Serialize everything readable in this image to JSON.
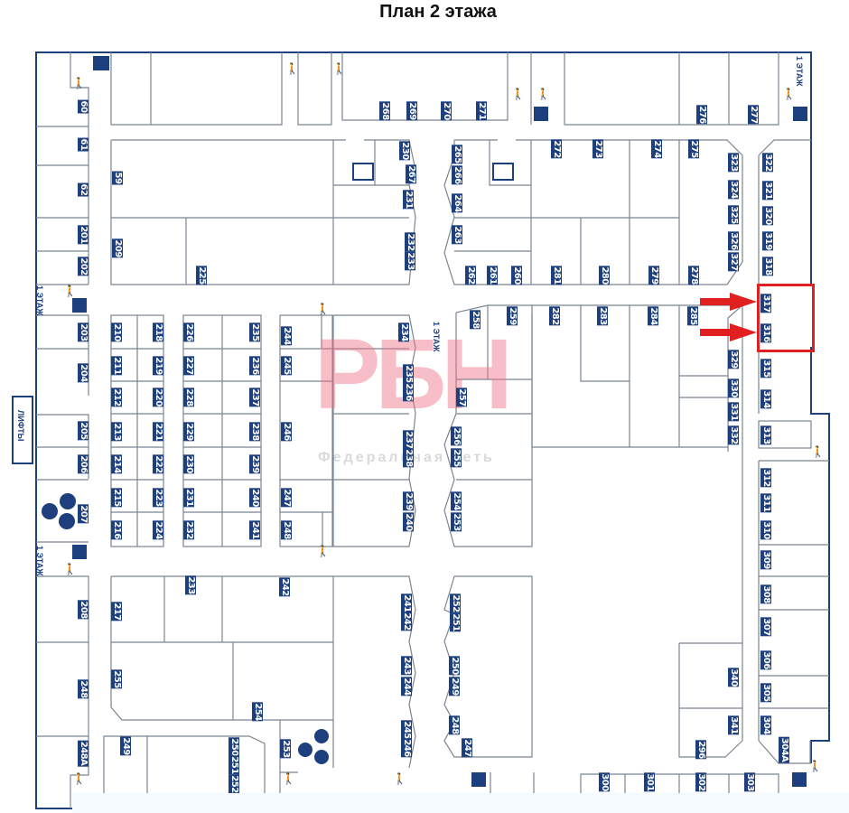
{
  "title": "План 2 этажа",
  "lifts_label": "ЛИФТЫ",
  "floor_marker": "1 ЭТАЖ",
  "watermark": {
    "logo": "РБН",
    "tagline": "Федеральная сеть"
  },
  "colors": {
    "unit_label": "#1d3f7e",
    "walls": "#6f7a86",
    "outer_wall": "#1d3f7e",
    "highlight": "#e02020"
  },
  "highlighted_units": [
    "317",
    "316"
  ],
  "units": [
    "60",
    "61",
    "62",
    "201",
    "202",
    "203",
    "204",
    "205",
    "206",
    "207",
    "208",
    "248",
    "248А",
    "59",
    "209",
    "225",
    "268",
    "269",
    "270",
    "271",
    "276",
    "277",
    "230",
    "267",
    "231",
    "232",
    "233",
    "265",
    "266",
    "264",
    "263",
    "262",
    "261",
    "260",
    "281",
    "280",
    "279",
    "278",
    "272",
    "273",
    "274",
    "275",
    "323",
    "324",
    "325",
    "326",
    "327",
    "322",
    "321",
    "320",
    "319",
    "318",
    "317",
    "316",
    "315",
    "314",
    "313",
    "312",
    "311",
    "310",
    "309",
    "308",
    "307",
    "306",
    "305",
    "304",
    "304А",
    "329",
    "330",
    "331",
    "332",
    "340",
    "341",
    "296",
    "258",
    "259",
    "282",
    "283",
    "284",
    "285",
    "257",
    "256",
    "255",
    "254",
    "253",
    "210",
    "211",
    "212",
    "213",
    "214",
    "215",
    "216",
    "218",
    "219",
    "220",
    "221",
    "222",
    "223",
    "224",
    "226",
    "227",
    "228",
    "229",
    "230",
    "231",
    "232",
    "235",
    "236",
    "237",
    "238",
    "239",
    "240",
    "241",
    "244",
    "245",
    "246",
    "247",
    "248",
    "234",
    "235",
    "236",
    "237",
    "238",
    "239",
    "240",
    "217",
    "233",
    "242",
    "255",
    "254",
    "249",
    "250",
    "251",
    "252",
    "253",
    "241",
    "242",
    "243",
    "244",
    "245",
    "246",
    "252",
    "251",
    "250",
    "249",
    "248",
    "247",
    "300",
    "301",
    "302",
    "303"
  ]
}
